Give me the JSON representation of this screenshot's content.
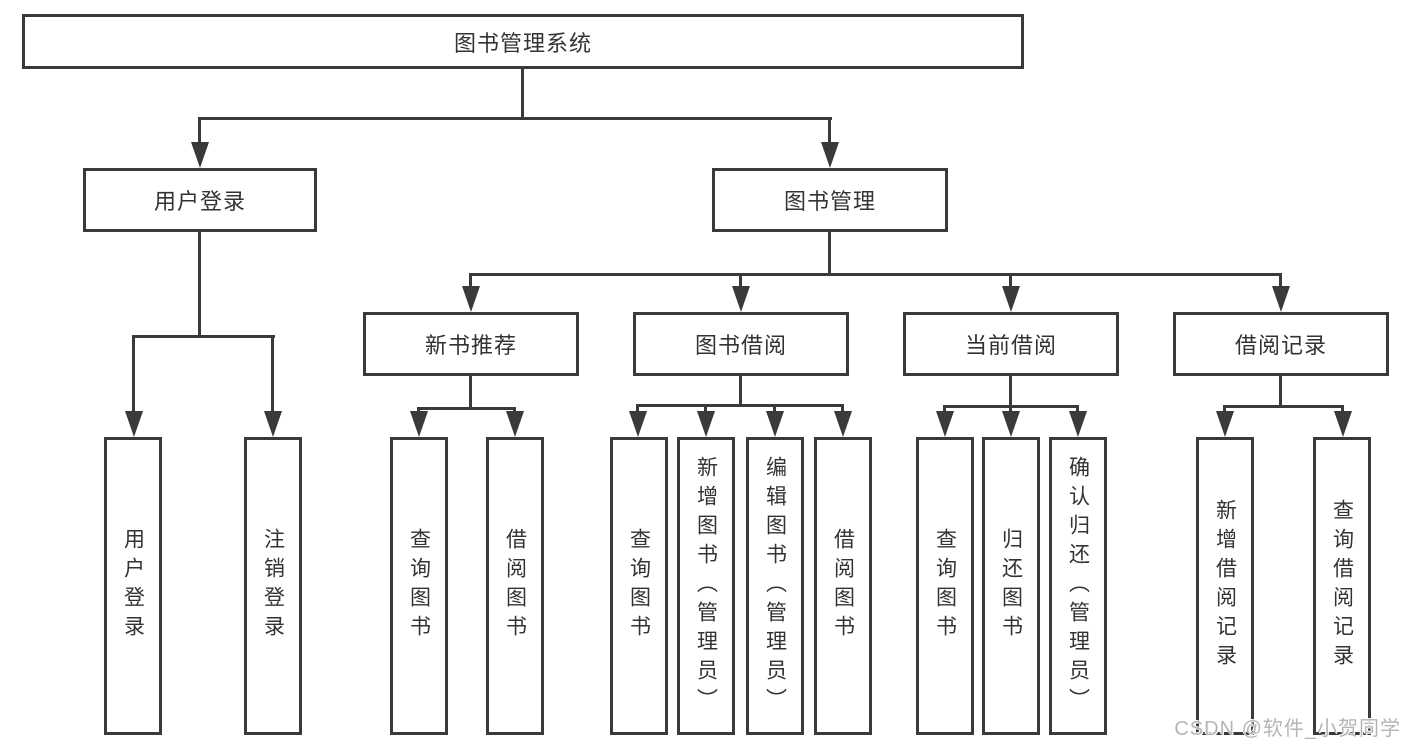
{
  "diagram": {
    "title": "图书管理系统",
    "nodes": {
      "root": "图书管理系统",
      "user_login": "用户登录",
      "book_mgmt": "图书管理",
      "new_book": "新书推荐",
      "borrow": "图书借阅",
      "current": "当前借阅",
      "records": "借阅记录"
    },
    "children": {
      "user_login": [
        "用户登录",
        "注销登录"
      ],
      "new_book": [
        "查询图书",
        "借阅图书"
      ],
      "borrow": [
        "查询图书",
        "新增图书（管理员）",
        "编辑图书（管理员）",
        "借阅图书"
      ],
      "current": [
        "查询图书",
        "归还图书",
        "确认归还（管理员）"
      ],
      "records": [
        "新增借阅记录",
        "查询借阅记录"
      ]
    },
    "watermark": "CSDN @软件_小贺同学",
    "colors": {
      "line": "#3a3a3a",
      "text": "#333333",
      "background": "#ffffff",
      "watermark": "#b5b5b5"
    }
  }
}
